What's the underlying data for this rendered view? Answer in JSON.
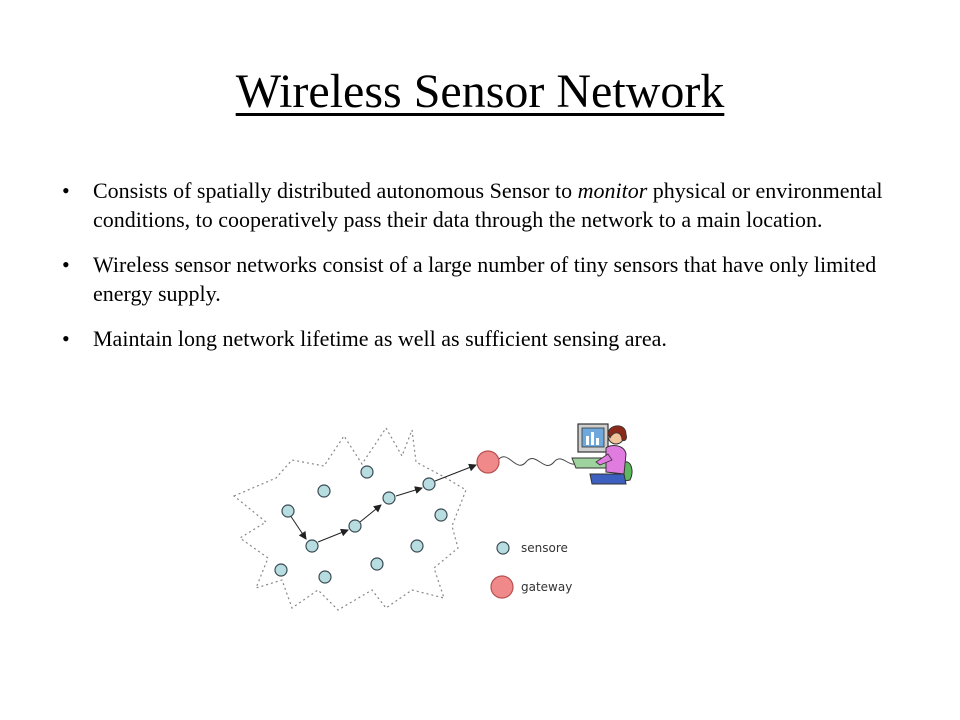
{
  "slide": {
    "title": "Wireless Sensor Network",
    "bullets": [
      {
        "before": "Consists of spatially distributed autonomous Sensor to ",
        "emphasis": "monitor",
        "after": " physical or environmental conditions, to cooperatively pass their data through the network to a main location."
      },
      {
        "before": "Wireless sensor networks consist of a large number of tiny sensors that have only limited energy supply.",
        "emphasis": "",
        "after": ""
      },
      {
        "before": "Maintain long network lifetime as well as sufficient sensing area.",
        "emphasis": "",
        "after": ""
      }
    ]
  },
  "diagram": {
    "legend": {
      "sensor_label": "sensore",
      "gateway_label": "gateway"
    },
    "colors": {
      "sensor_fill": "#b8dde0",
      "sensor_stroke": "#3a4a52",
      "gateway_fill": "#f08a8a",
      "gateway_stroke": "#b85050",
      "boundary": "#888888",
      "arrow": "#222222"
    },
    "icons": {
      "operator": "computer-user-icon"
    }
  }
}
